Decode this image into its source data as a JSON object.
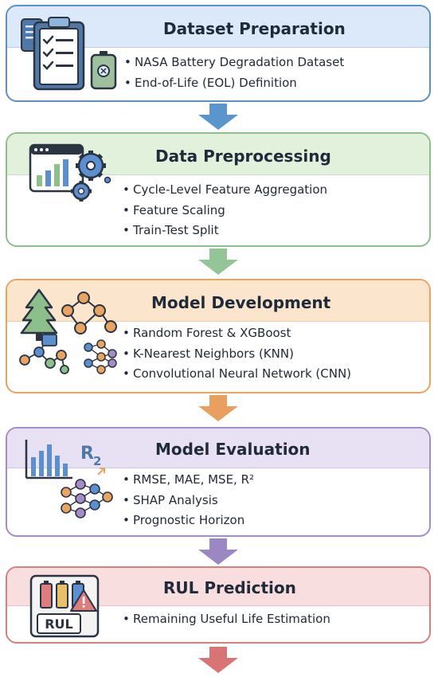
{
  "stages": [
    {
      "title": "Dataset Preparation",
      "color": "#5b8fcf",
      "header_bg": "#dce9f8",
      "icon": "clipboard-battery-icon",
      "items": [
        "NASA Battery Degradation Dataset",
        "End-of-Life (EOL) Definition"
      ]
    },
    {
      "title": "Data Preprocessing",
      "color": "#8cbf8a",
      "header_bg": "#e2f1dc",
      "icon": "chart-gears-icon",
      "items": [
        "Cycle-Level Feature Aggregation",
        "Feature Scaling",
        "Train-Test Split"
      ]
    },
    {
      "title": "Model Development",
      "color": "#e8a460",
      "header_bg": "#fbe6cd",
      "icon": "ml-models-icon",
      "items": [
        "Random Forest & XGBoost",
        "K-Nearest Neighbors (KNN)",
        "Convolutional Neural Network (CNN)"
      ]
    },
    {
      "title": "Model Evaluation",
      "color": "#a58cc8",
      "header_bg": "#e8e0f3",
      "icon": "metrics-network-icon",
      "items": [
        "RMSE, MAE, MSE, R²",
        "SHAP Analysis",
        "Prognostic Horizon"
      ]
    },
    {
      "title": "RUL Prediction",
      "color": "#dd7e7e",
      "header_bg": "#f8dede",
      "icon": "rul-battery-icon",
      "items": [
        "Remaining Useful Life Estimation"
      ]
    }
  ],
  "icon_labels": {
    "r2": "R",
    "r2_sub": "2",
    "rul": "RUL"
  },
  "arrow_colors": [
    "#5b95cd",
    "#93c596",
    "#e9a05e",
    "#9b88c2",
    "#d97474"
  ]
}
